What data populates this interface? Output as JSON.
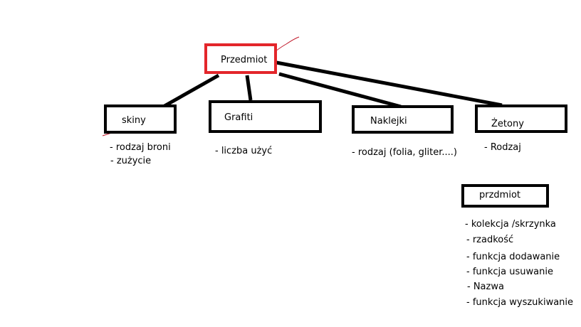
{
  "diagram": {
    "root": {
      "label": "Przedmiot",
      "border_color": "#e3262b"
    },
    "children": [
      {
        "label": "skiny",
        "attributes": [
          "- rodzaj broni",
          "- zużycie"
        ]
      },
      {
        "label": "Grafiti",
        "attributes": [
          "- liczba użyć"
        ]
      },
      {
        "label": "Naklejki",
        "attributes": [
          "-  rodzaj (folia, gliter....)"
        ]
      },
      {
        "label": "Żetony",
        "attributes": [
          "- Rodzaj"
        ]
      }
    ],
    "detail": {
      "label": "przdmiot",
      "attributes": [
        "- kolekcja  /skrzynka",
        "- rzadkość",
        " - funkcja dodawanie",
        "- funkcja usuwanie",
        " - Nazwa",
        "- funkcja wyszukiwanie"
      ]
    },
    "colors": {
      "line": "#000000",
      "scribble": "#c0182a"
    }
  }
}
